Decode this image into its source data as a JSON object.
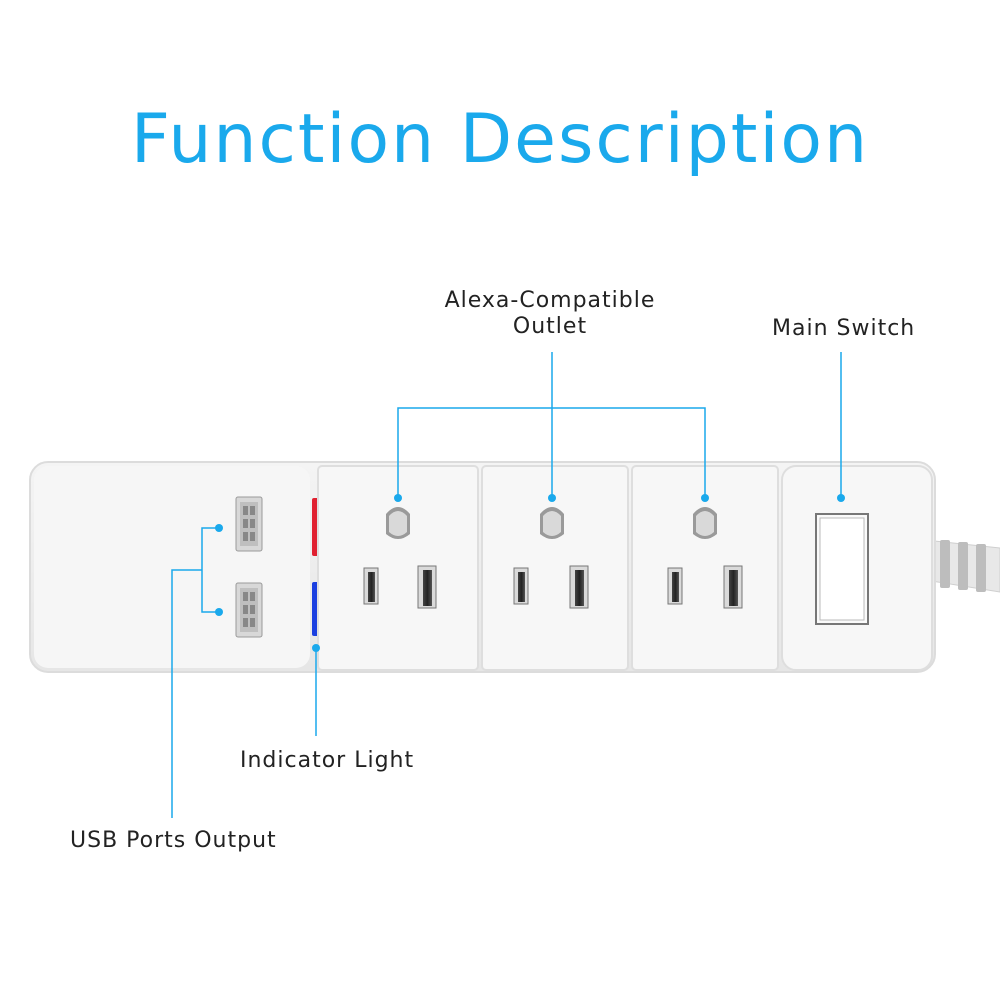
{
  "title": "Function Description",
  "labels": {
    "outlet_line1": "Alexa-Compatible",
    "outlet_line2": "Outlet",
    "main_switch": "Main Switch",
    "indicator_light": "Indicator Light",
    "usb_ports": "USB Ports Output"
  },
  "colors": {
    "title": "#1aa9ec",
    "callout": "#1aa9ec",
    "indicator_red": "#e02030",
    "indicator_blue": "#1a3fe0"
  }
}
